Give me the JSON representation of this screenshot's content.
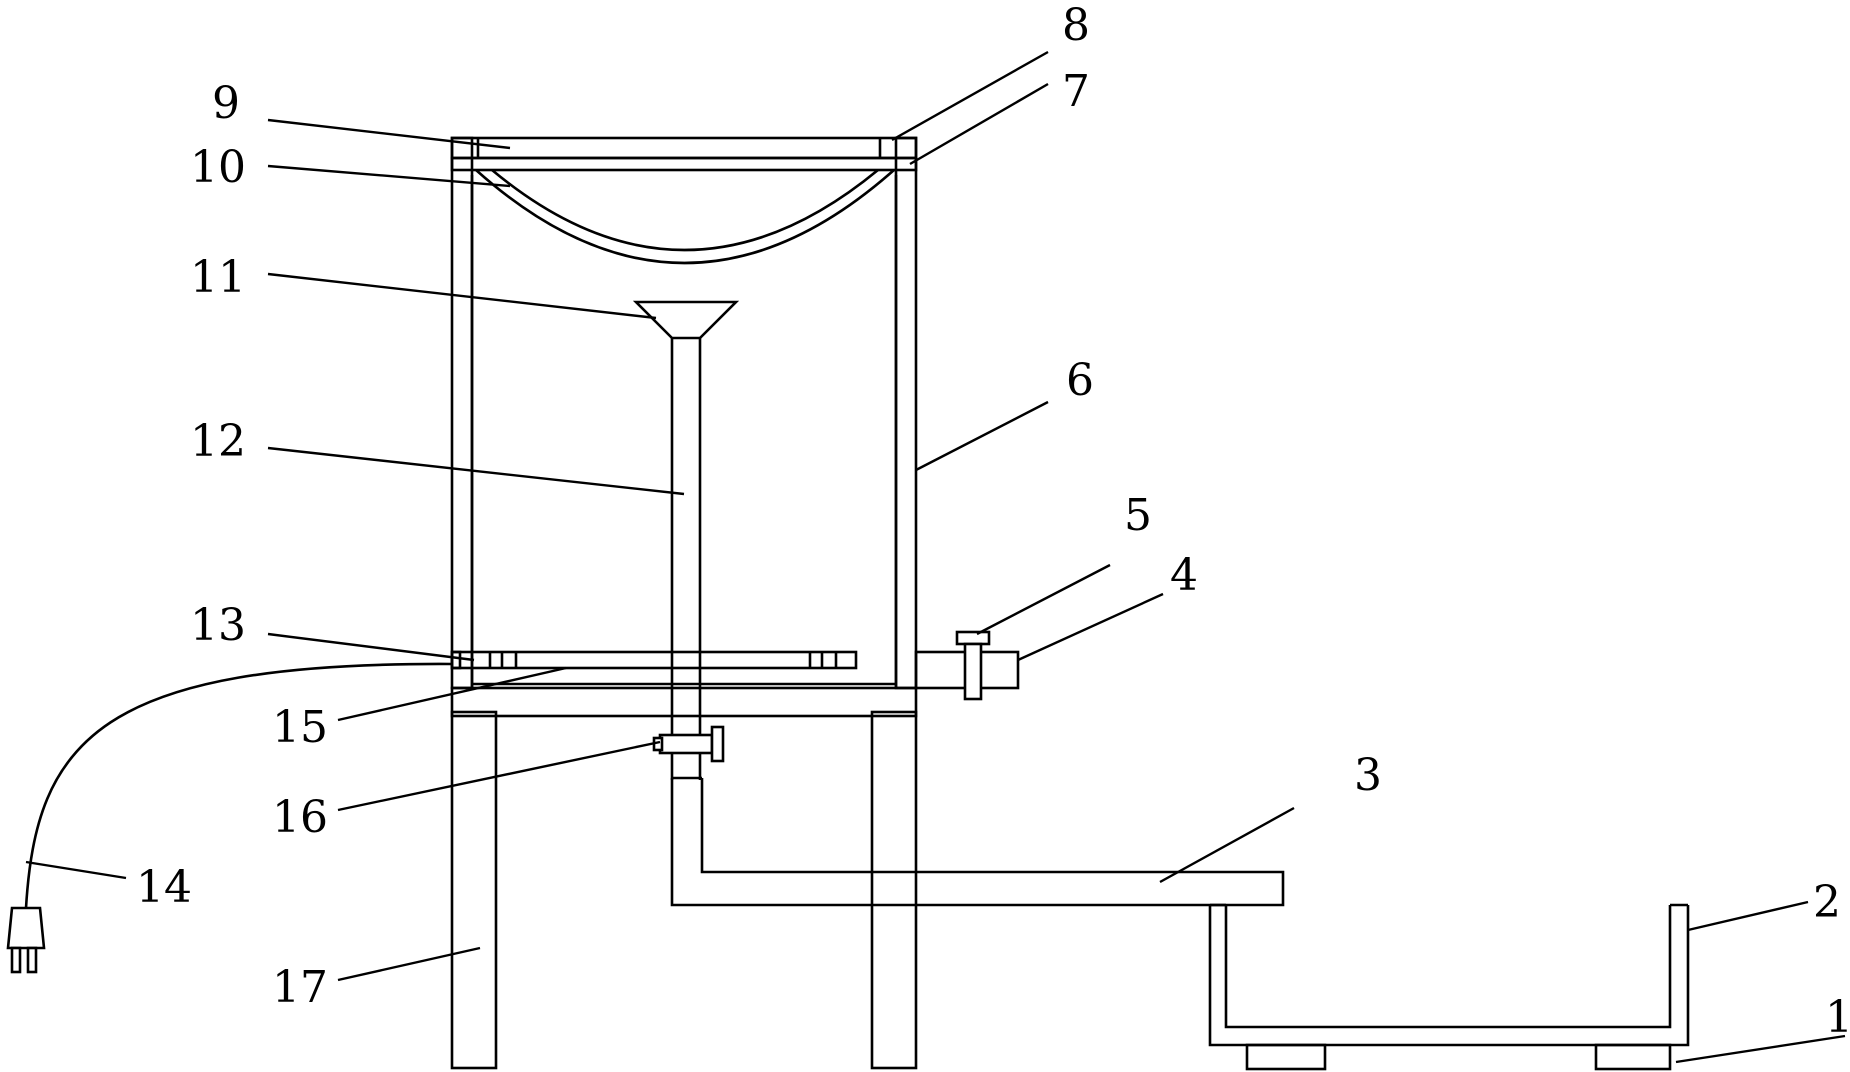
{
  "labels": {
    "l1": "1",
    "l2": "2",
    "l3": "3",
    "l4": "4",
    "l5": "5",
    "l6": "6",
    "l7": "7",
    "l8": "8",
    "l9": "9",
    "l10": "10",
    "l11": "11",
    "l12": "12",
    "l13": "13",
    "l14": "14",
    "l15": "15",
    "l16": "16",
    "l17": "17"
  },
  "colors": {
    "line": "#000000",
    "background": "#ffffff"
  }
}
